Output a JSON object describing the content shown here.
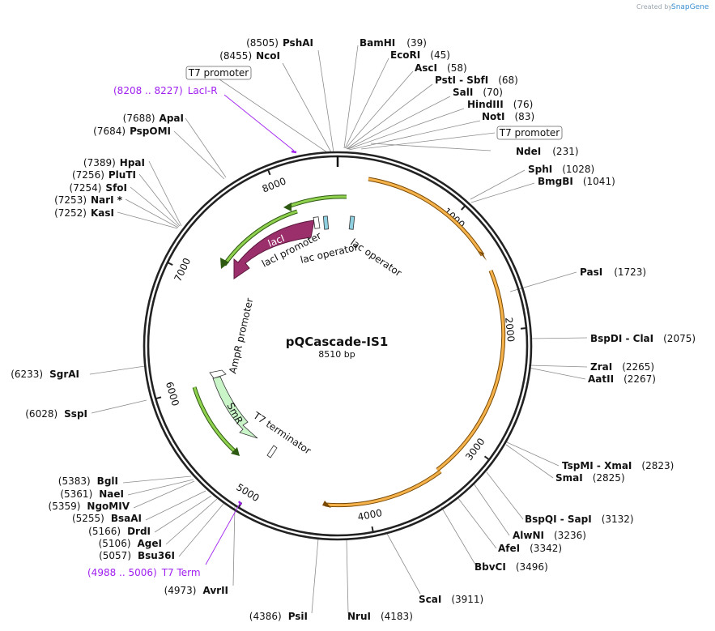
{
  "brand": {
    "created_by": "Created by",
    "product": "SnapGene"
  },
  "plasmid": {
    "name": "pQCascade-IS1",
    "size": "8510 bp"
  },
  "ticks": [
    "1000",
    "2000",
    "3000",
    "4000",
    "5000",
    "6000",
    "7000",
    "8000"
  ],
  "enzymes": {
    "pshai": {
      "name": "PshAI",
      "pos": "(8505)"
    },
    "ncoi": {
      "name": "NcoI",
      "pos": "(8455)"
    },
    "apai": {
      "name": "ApaI",
      "pos": "(7688)"
    },
    "pspomi": {
      "name": "PspOMI",
      "pos": "(7684)"
    },
    "hpai": {
      "name": "HpaI",
      "pos": "(7389)"
    },
    "pluti": {
      "name": "PluTI",
      "pos": "(7256)"
    },
    "sfoi": {
      "name": "SfoI",
      "pos": "(7254)"
    },
    "nari": {
      "name": "NarI *",
      "pos": "(7253)"
    },
    "kasi": {
      "name": "KasI",
      "pos": "(7252)"
    },
    "bamhi": {
      "name": "BamHI",
      "pos": "(39)"
    },
    "ecori": {
      "name": "EcoRI",
      "pos": "(45)"
    },
    "asci": {
      "name": "AscI",
      "pos": "(58)"
    },
    "psti_sbfi": {
      "name": "PstI  - SbfI",
      "pos": "(68)"
    },
    "sali": {
      "name": "SalI",
      "pos": "(70)"
    },
    "hindiii": {
      "name": "HindIII",
      "pos": "(76)"
    },
    "noti": {
      "name": "NotI",
      "pos": "(83)"
    },
    "ndei": {
      "name": "NdeI",
      "pos": "(231)"
    },
    "sphi": {
      "name": "SphI",
      "pos": "(1028)"
    },
    "bmgbi": {
      "name": "BmgBI",
      "pos": "(1041)"
    },
    "pasi": {
      "name": "PasI",
      "pos": "(1723)"
    },
    "bspdi_clai": {
      "name": "BspDI  - ClaI",
      "pos": "(2075)"
    },
    "zrai": {
      "name": "ZraI",
      "pos": "(2265)"
    },
    "aatii": {
      "name": "AatII",
      "pos": "(2267)"
    },
    "tspmi_xmai": {
      "name": "TspMI  - XmaI",
      "pos": "(2823)"
    },
    "smai": {
      "name": "SmaI",
      "pos": "(2825)"
    },
    "bspqi_sapi": {
      "name": "BspQI  - SapI",
      "pos": "(3132)"
    },
    "alwni": {
      "name": "AlwNI",
      "pos": "(3236)"
    },
    "afei": {
      "name": "AfeI",
      "pos": "(3342)"
    },
    "bbvci": {
      "name": "BbvCI",
      "pos": "(3496)"
    },
    "scai": {
      "name": "ScaI",
      "pos": "(3911)"
    },
    "srgai": {
      "name": "SgrAI",
      "pos": "(6233)"
    },
    "sspi": {
      "name": "SspI",
      "pos": "(6028)"
    },
    "bgli": {
      "name": "BglI",
      "pos": "(5383)"
    },
    "naei": {
      "name": "NaeI",
      "pos": "(5361)"
    },
    "ngomiv": {
      "name": "NgoMIV",
      "pos": "(5359)"
    },
    "bsaai": {
      "name": "BsaAI",
      "pos": "(5255)"
    },
    "drdi": {
      "name": "DrdI",
      "pos": "(5166)"
    },
    "agei": {
      "name": "AgeI",
      "pos": "(5106)"
    },
    "bsu36i": {
      "name": "Bsu36I",
      "pos": "(5057)"
    },
    "avrii": {
      "name": "AvrII",
      "pos": "(4973)"
    },
    "psii": {
      "name": "PsiI",
      "pos": "(4386)"
    },
    "nrui": {
      "name": "NruI",
      "pos": "(4183)"
    }
  },
  "primers": {
    "laci_r": {
      "range": "(8208 .. 8227)",
      "name": "LacI-R"
    },
    "t7_term": {
      "range": "(4988 .. 5006)",
      "name": "T7 Term"
    }
  },
  "boxed": {
    "t7_promoter_left": "T7 promoter",
    "t7_promoter_right": "T7 promoter"
  },
  "features": {
    "laci": "lacI",
    "laci_promoter": "lacI promoter",
    "lac_operator_left": "lac operator",
    "lac_operator_right": "lac operator",
    "ampr_promoter": "AmpR promoter",
    "smr": "SmR",
    "t7_terminator": "T7 terminator"
  },
  "colors": {
    "backbone": "#222222",
    "orange_feature": "#f2a93b",
    "orange_edge": "#7a4a05",
    "green_feature": "#7bc043",
    "green_edge": "#2e5a11",
    "laci": "#9b2f6b",
    "smr": "#c9f5c9",
    "primer": "#a020f0",
    "leader": "#888888"
  }
}
